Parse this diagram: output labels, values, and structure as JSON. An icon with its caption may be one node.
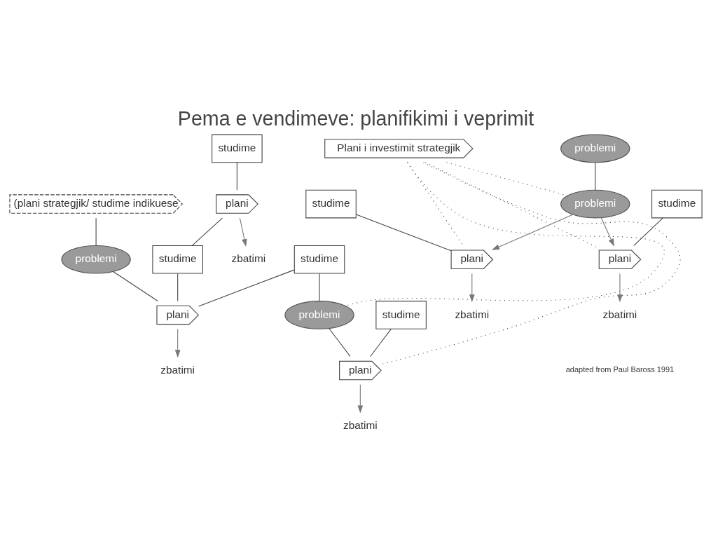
{
  "diagram": {
    "title": "Pema e vendimeve: planifikimi i veprimit",
    "nodes": [
      {
        "text": [
          "(plani strategjik/ studime indikuese"
        ]
      },
      {
        "text": [
          "problemi"
        ]
      },
      {
        "text": [
          "problemi"
        ]
      },
      {
        "text": [
          "studime"
        ]
      },
      {
        "text": [
          "studime"
        ]
      },
      {
        "text": [
          "plani"
        ]
      },
      {
        "text": [
          "studime"
        ]
      },
      {
        "text": [
          "Plani i investimit strategjik"
        ]
      },
      {
        "text": [
          "zbatimi"
        ]
      },
      {
        "text": [
          "plani"
        ]
      },
      {
        "text": [
          "problemi"
        ]
      },
      {
        "text": [
          "zbatimi"
        ]
      },
      {
        "text": [
          "problemi"
        ]
      },
      {
        "text": [
          "studime"
        ]
      },
      {
        "text": [
          "studime"
        ]
      },
      {
        "text": [
          "studime"
        ]
      },
      {
        "text": [
          "plani"
        ]
      },
      {
        "text": [
          "plani"
        ]
      },
      {
        "text": [
          "plani"
        ]
      },
      {
        "text": [
          "zbatimi"
        ]
      },
      {
        "text": [
          "zbatimi"
        ]
      },
      {
        "text": [
          "zbatimi"
        ]
      }
    ],
    "edges": [
      {
        "from": 0,
        "to": 2,
        "arrow": "none"
      },
      {
        "from": 1,
        "to": 10,
        "arrow": "none"
      },
      {
        "from": 3,
        "to": 5,
        "arrow": "none"
      },
      {
        "from": 5,
        "to": 4,
        "arrow": "none"
      },
      {
        "from": 5,
        "to": 8,
        "arrow": "to",
        "color": "#777777"
      },
      {
        "from": 4,
        "to": 9,
        "arrow": "none"
      },
      {
        "from": 2,
        "to": 9,
        "arrow": "none"
      },
      {
        "from": 6,
        "to": 9,
        "arrow": "none"
      },
      {
        "from": 6,
        "to": 12,
        "arrow": "none"
      },
      {
        "from": 9,
        "to": 11,
        "arrow": "to",
        "color": "#777777"
      },
      {
        "from": 12,
        "to": 17,
        "arrow": "none"
      },
      {
        "from": 7,
        "to": 12,
        "arrow": "none",
        "style": "dashed"
      },
      {
        "from": 7,
        "to": 17,
        "arrow": "none",
        "style": "dashed"
      },
      {
        "from": 7,
        "to": 10,
        "arrow": "none",
        "style": "dashed"
      },
      {
        "from": 7,
        "to": 16,
        "arrow": "none",
        "style": "dashed"
      },
      {
        "from": 7,
        "to": 18,
        "arrow": "none",
        "style": "dashed"
      },
      {
        "from": 10,
        "to": 18,
        "arrow": "to",
        "color": "#777777"
      },
      {
        "from": 10,
        "to": 16,
        "arrow": "to",
        "color": "#777777"
      },
      {
        "from": 13,
        "to": 16,
        "arrow": "none"
      },
      {
        "from": 14,
        "to": 17,
        "arrow": "none"
      },
      {
        "from": 15,
        "to": 18,
        "arrow": "none"
      },
      {
        "from": 16,
        "to": 19,
        "arrow": "to",
        "color": "#777777"
      },
      {
        "from": 17,
        "to": 20,
        "arrow": "to",
        "color": "#777777"
      },
      {
        "from": 18,
        "to": 21,
        "arrow": "to",
        "color": "#777777"
      }
    ],
    "labels": [
      "adapted from Paul Baross 1991"
    ]
  }
}
